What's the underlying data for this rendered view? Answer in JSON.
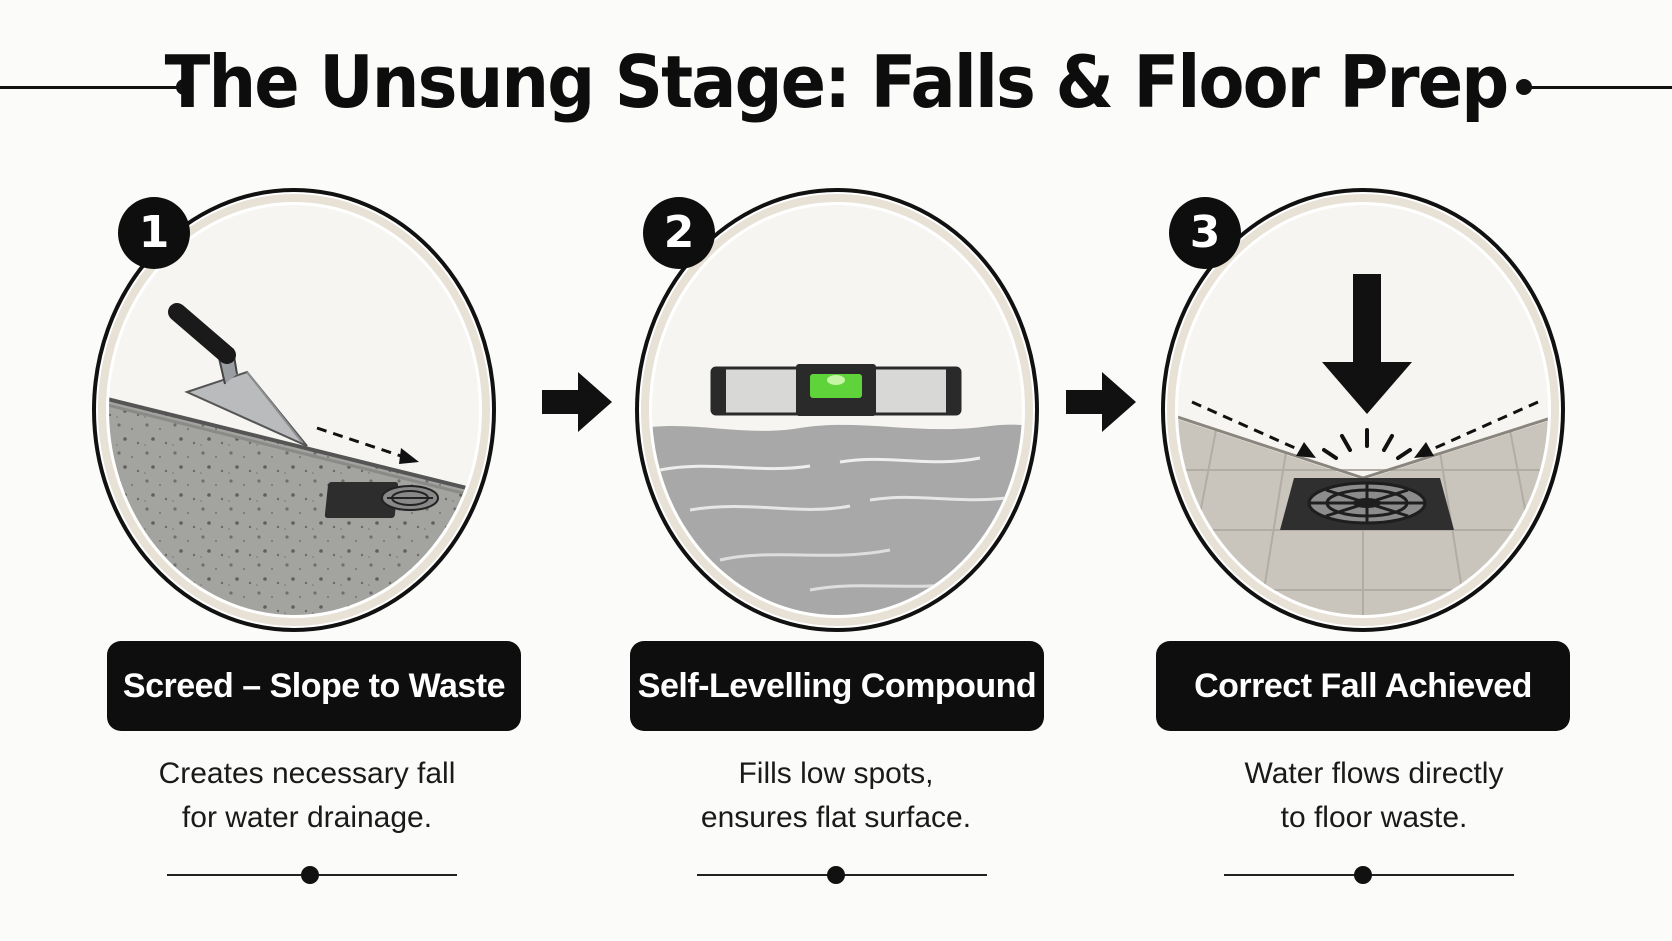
{
  "title": "The Unsung Stage: Falls & Floor Prep",
  "steps": [
    {
      "number": "1",
      "label": "Screed – Slope to Waste",
      "desc_line1": "Creates necessary fall",
      "desc_line2": "for water drainage."
    },
    {
      "number": "2",
      "label": "Self-Levelling Compound",
      "desc_line1": "Fills low spots,",
      "desc_line2": "ensures flat surface."
    },
    {
      "number": "3",
      "label": "Correct Fall Achieved",
      "desc_line1": "Water flows directly",
      "desc_line2": "to floor waste."
    }
  ],
  "colors": {
    "ink": "#0e0e0e",
    "background": "#fbfbf9",
    "ring": "#e8e2d6",
    "concrete": "#9e9e9a",
    "level_bubble": "#5fd43a",
    "compound": "#a9a9a9",
    "tile": "#c9c5bd"
  }
}
